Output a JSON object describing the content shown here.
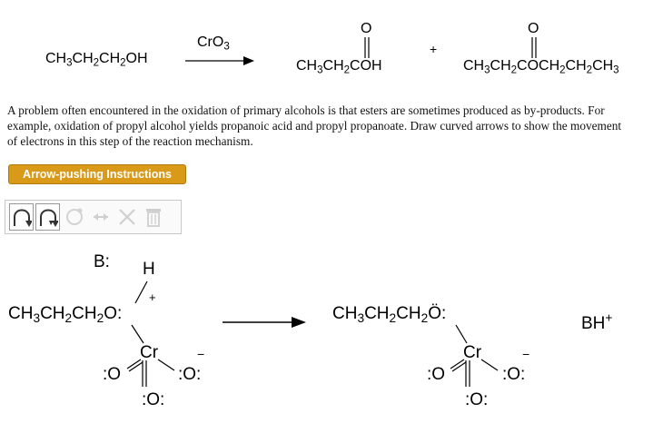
{
  "reaction": {
    "reactant": "CH3CH2CH2OH",
    "reagent": "CrO3",
    "product_acid": "CH3CH2COH",
    "plus": "+",
    "product_ester": "CH3CH2COCH2CH2CH3"
  },
  "problem_text": "A problem often encountered in the oxidation of primary alcohols is that esters are sometimes produced as by-products. For example, oxidation of propyl alcohol yields propanoic acid and propyl propanoate. Draw curved arrows to show the movement of electrons in this step of the reaction mechanism.",
  "instructions_button": "Arrow-pushing Instructions",
  "toolbar": {
    "tools": [
      {
        "name": "single-curved-arrow-tool",
        "active": true
      },
      {
        "name": "double-curved-arrow-tool",
        "active": true
      },
      {
        "name": "electron-dots-tool",
        "active": false
      },
      {
        "name": "resonance-arrow-tool",
        "active": false
      },
      {
        "name": "delete-tool",
        "active": false
      },
      {
        "name": "trash-tool",
        "active": false
      }
    ]
  },
  "mechanism": {
    "base_label": "B:",
    "hydrogen": "H",
    "left_chain": "CH3CH2CH2O",
    "cr": "Cr",
    "oxygen": "O",
    "charge_plus": "+",
    "charge_minus": "−",
    "right_chain": "CH3CH2CH2O",
    "conjugate_acid": "BH+"
  },
  "colors": {
    "button_bg": "#d99a1a",
    "toolbar_active": "#333333",
    "toolbar_inactive": "#cfcfcf"
  }
}
